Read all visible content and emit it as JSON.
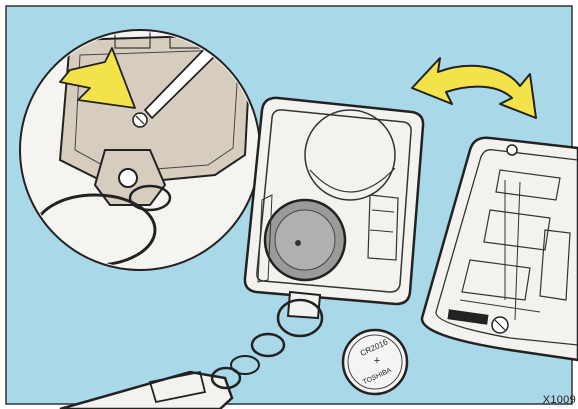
{
  "figure": {
    "reference_code": "X1009",
    "battery_marking": {
      "line1": "CR2016",
      "line2": "+",
      "line3": "TOSHIBA"
    },
    "colors": {
      "background": "#a9d8e8",
      "arrow": "#f3e24a",
      "remote_body": "#f4f2ee",
      "outline": "#222222",
      "zoom_fill": "#f5f4f0",
      "key_plate": "#d7cdbf"
    }
  }
}
